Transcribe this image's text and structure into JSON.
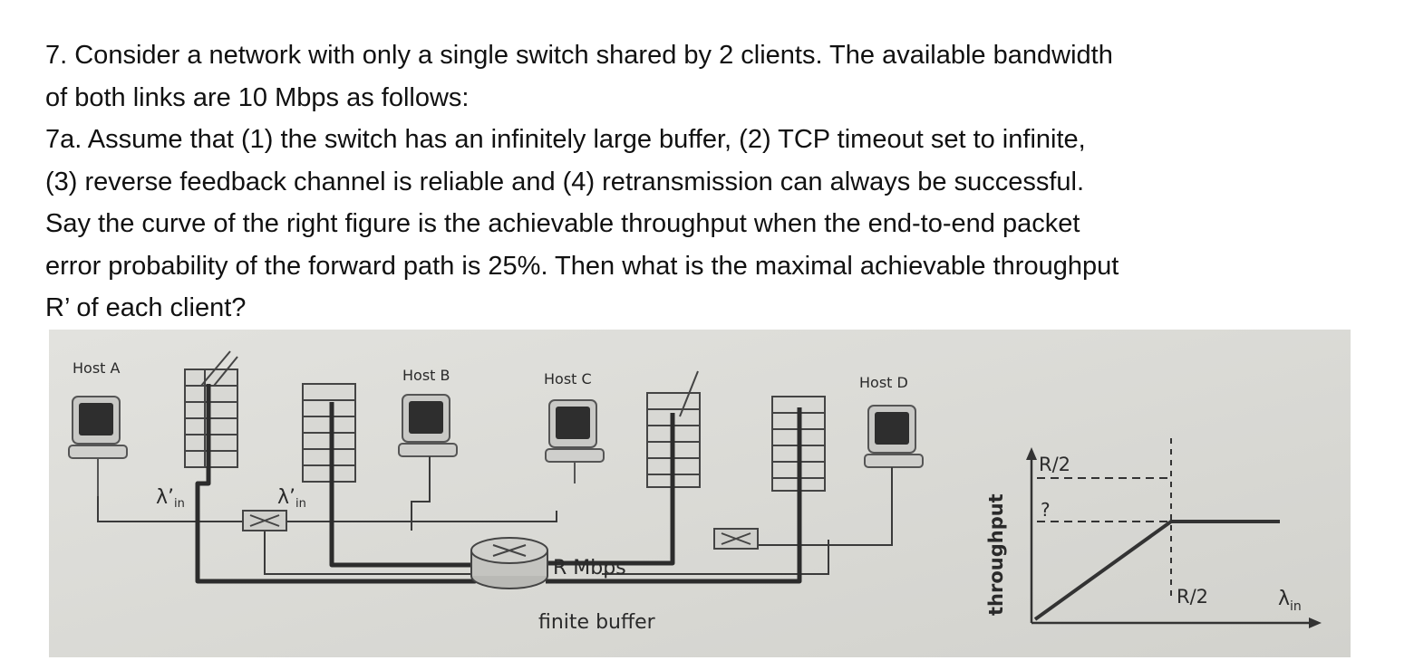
{
  "question": {
    "lines": [
      "7. Consider a network with only a single switch shared by 2 clients. The available bandwidth",
      "of both links are 10 Mbps as follows:",
      "7a. Assume that (1) the switch has an infinitely large buffer, (2) TCP timeout set to infinite,",
      "(3) reverse feedback channel is reliable and (4) retransmission can always be successful.",
      "Say the curve of the right figure is the achievable throughput when the end-to-end packet",
      "error probability of the forward path is 25%. Then what is the maximal achievable throughput",
      "R’ of each client?"
    ]
  },
  "figure": {
    "colors": {
      "photo_bg": "#dcdcd8",
      "ink": "#3a3a3a"
    },
    "hosts": [
      "Host A",
      "Host B",
      "Host C",
      "Host D"
    ],
    "lambda_label": "λ’",
    "lambda_sub": "in",
    "link_label": "R Mbps",
    "buffer_label": "finite buffer",
    "graph": {
      "ylabel": "throughput",
      "y_tick_top": "R/2",
      "y_tick_unknown": "?",
      "x_tick": "R/2",
      "xlabel": "λ",
      "xlabel_sub": "in"
    }
  }
}
